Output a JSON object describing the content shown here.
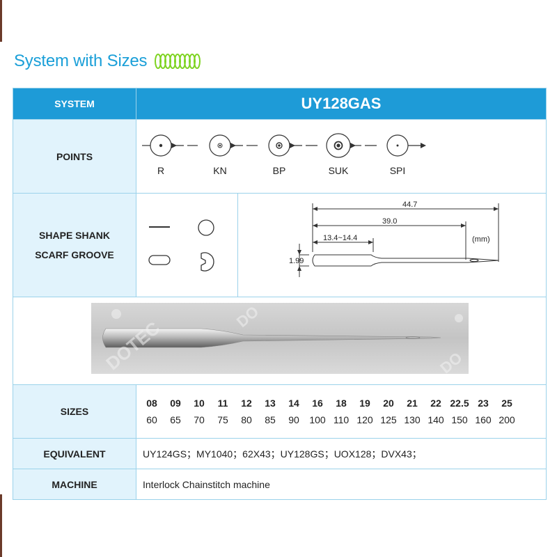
{
  "heading": "System with Sizes",
  "system": {
    "label": "SYSTEM",
    "value": "UY128GAS"
  },
  "points": {
    "label": "POINTS",
    "types": [
      "R",
      "KN",
      "BP",
      "SUK",
      "SPI"
    ]
  },
  "shank": {
    "label_line1": "SHAPE SHANK",
    "label_line2": "SCARF GROOVE",
    "dimensions": {
      "overall": "44.7",
      "to_eye": "39.0",
      "shank": "13.4~14.4",
      "diameter": "1.99",
      "unit": "(mm)"
    }
  },
  "image_watermark": "DOTEC",
  "sizes": {
    "label": "SIZES",
    "numbers": [
      "08",
      "09",
      "10",
      "11",
      "12",
      "13",
      "14",
      "16",
      "18",
      "19",
      "20",
      "21",
      "22",
      "22.5",
      "23",
      "25"
    ],
    "metric": [
      "60",
      "65",
      "70",
      "75",
      "80",
      "85",
      "90",
      "100",
      "110",
      "120",
      "125",
      "130",
      "140",
      "150",
      "160",
      "200"
    ]
  },
  "equivalent": {
    "label": "EQUIVALENT",
    "value": "UY124GS；MY1040；62X43；UY128GS；UOX128；DVX43；"
  },
  "machine": {
    "label": "MACHINE",
    "value": "Interlock Chainstitch machine"
  },
  "colors": {
    "accent": "#1e9bd7",
    "label_bg": "#e1f3fc",
    "heading": "#1a9fd8",
    "coil": "#7ed321"
  }
}
